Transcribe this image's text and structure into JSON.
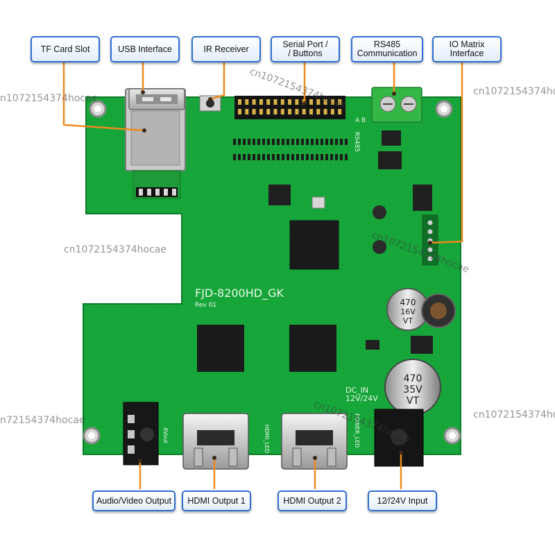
{
  "colors": {
    "pcb": "#17a63a",
    "pcb_dark": "#0f8a2e",
    "callout_border": "#2f6fd1",
    "leader": "#ee8a1e",
    "terminal": "#34b845"
  },
  "callouts_top": [
    {
      "id": "tf-card-slot",
      "label": "TF Card Slot"
    },
    {
      "id": "usb-interface",
      "label": "USB Interface"
    },
    {
      "id": "ir-receiver",
      "label": "IR Receiver"
    },
    {
      "id": "serial-port-buttons",
      "label": "Serial Port /\n/ Buttons"
    },
    {
      "id": "rs485-communication",
      "label": "RS485\nCommunication"
    },
    {
      "id": "io-matrix-interface",
      "label": "IO Matrix\nInterface"
    }
  ],
  "callouts_bottom": [
    {
      "id": "audio-video-output",
      "label": "Audio/Video Output"
    },
    {
      "id": "hdmi-output-1",
      "label": "HDMI Output 1"
    },
    {
      "id": "hdmi-output-2",
      "label": "HDMI Output 2"
    },
    {
      "id": "power-input",
      "label": "12⁄/24V Input"
    }
  ],
  "board": {
    "model": "FJD-8200HD_GK",
    "revision": "Rev 01",
    "dc_in_label": "DC_IN",
    "dc_in_voltage": "12V/24V",
    "cap_large": [
      "470",
      "35V",
      "VT"
    ],
    "cap_small": [
      "470",
      "16V",
      "VT"
    ],
    "rs485_label": "RS485",
    "rs485_ab": "A  B",
    "hdmi_led_label": "HDMI_LED",
    "power_led_label": "POWER_LED",
    "av_out_label": "AVout"
  },
  "watermarks": [
    "n1072154374hocae",
    "cn1072154374hocae",
    "cn1072154374ho",
    "cn1072154374hocae",
    "cn1072154374hocae",
    "n72154374hocae",
    "cn1072154374hocae",
    "cn1072154374ho"
  ]
}
